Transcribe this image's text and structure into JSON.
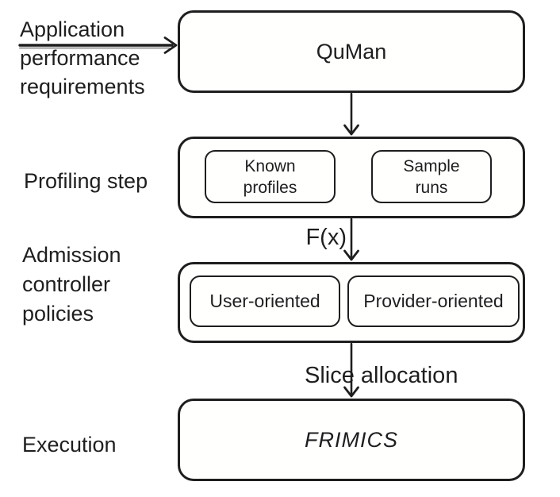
{
  "labels": {
    "requirements_lines": [
      "Application",
      "performance",
      "requirements"
    ],
    "profiling": "Profiling step",
    "admission_lines": [
      "Admission",
      "controller",
      "policies"
    ],
    "execution": "Execution"
  },
  "nodes": {
    "quman": "QuMan",
    "known_profiles_lines": [
      "Known",
      "profiles"
    ],
    "sample_runs_lines": [
      "Sample",
      "runs"
    ],
    "user_oriented": "User-oriented",
    "provider_oriented": "Provider-oriented",
    "frimics": "FRIMICS"
  },
  "edge_labels": {
    "fx": "F(x)",
    "slice_allocation": "Slice allocation"
  },
  "colors": {
    "stroke": "#1e1e1e",
    "background": "#ffffff",
    "box_fill": "#fffffe",
    "arrow_shadow": "#9a9a9a"
  }
}
